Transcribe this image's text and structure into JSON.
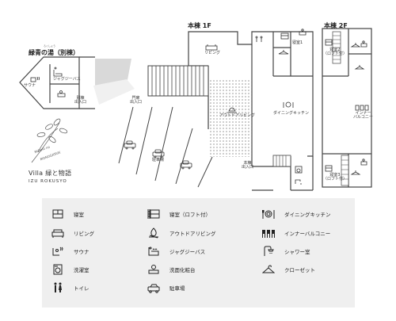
{
  "bessou": {
    "title": "緑青の湯（別棟）",
    "ruby": "ろくしょう"
  },
  "honto1f": {
    "title": "本棟 1F"
  },
  "honto2f": {
    "title": "本棟 2F"
  },
  "rooms": {
    "sauna": "サウナ",
    "jacuzzi": "ジャグジーバス",
    "bessou_entrance": "別棟\n出入口",
    "gate_entrance": "門扉\n出入口",
    "living": "リビング",
    "bedroom1": "寝室1",
    "outdoor_living": "アウトドアリビング",
    "dining_kitchen": "ダイニングキッチン",
    "parking": "駐車場",
    "honto_entrance": "本棟\n出入口",
    "bedroom2": "寝室2\n（ロフト付）",
    "inner_balcony": "インナー\nバルコニー",
    "bedroom3": "寝室3\n（ロフト付）"
  },
  "logo": {
    "script_line1": "MiDoRi no",
    "script_line2": "MONOGATARi",
    "name": "Villa 緑と物語",
    "sub": "IZU ROKUSYO"
  },
  "legend": [
    {
      "icon": "bedroom-icon",
      "label": "寝室"
    },
    {
      "icon": "living-sofa-icon",
      "label": "リビング"
    },
    {
      "icon": "sauna-icon",
      "label": "サウナ"
    },
    {
      "icon": "washing-machine-icon",
      "label": "洗濯室"
    },
    {
      "icon": "toilet-icon",
      "label": "トイレ"
    },
    {
      "icon": "loft-bedroom-icon",
      "label": "寝室（ロフト付）"
    },
    {
      "icon": "campfire-icon",
      "label": "アウトドアリビング"
    },
    {
      "icon": "bathtub-icon",
      "label": "ジャグジーバス"
    },
    {
      "icon": "washbasin-icon",
      "label": "洗面化粧台"
    },
    {
      "icon": "car-icon",
      "label": "駐車場"
    },
    {
      "icon": "dining-icon",
      "label": "ダイニングキッチン"
    },
    {
      "icon": "chairs-icon",
      "label": "インナーバルコニー"
    },
    {
      "icon": "shower-icon",
      "label": "シャワー室"
    },
    {
      "icon": "hanger-icon",
      "label": "クローゼット"
    }
  ]
}
